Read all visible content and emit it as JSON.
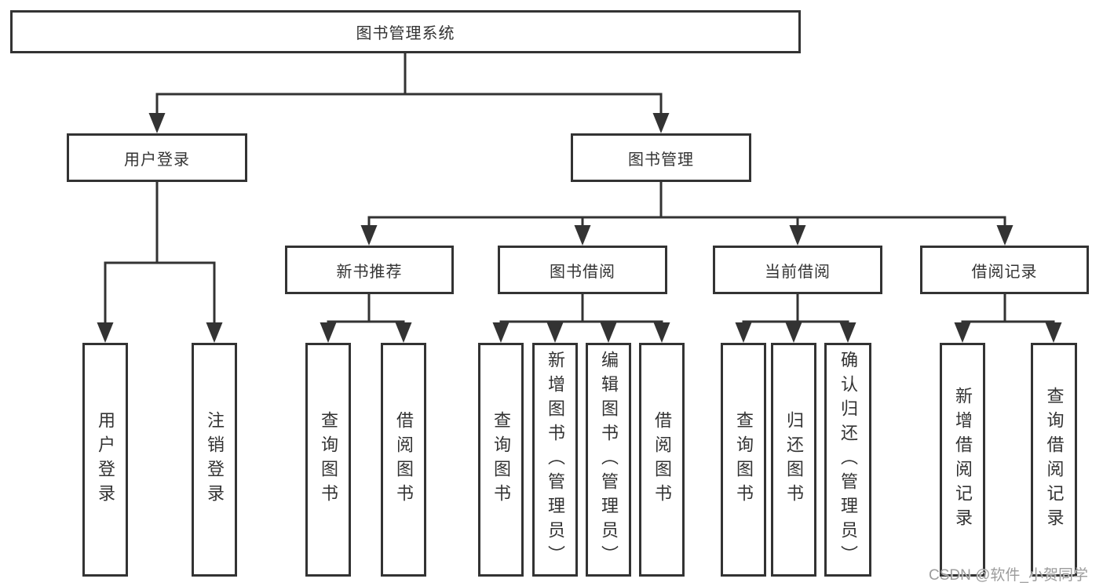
{
  "title_box": {
    "label": "图书管理系统"
  },
  "branches": [
    {
      "label": "用户登录",
      "leaves": [
        "用户登录",
        "注销登录"
      ]
    },
    {
      "label": "图书管理",
      "groups": [
        {
          "label": "新书推荐",
          "leaves": [
            "查询图书",
            "借阅图书"
          ]
        },
        {
          "label": "图书借阅",
          "leaves": [
            "查询图书",
            "新增图书（管理员）",
            "编辑图书（管理员）",
            "借阅图书"
          ]
        },
        {
          "label": "当前借阅",
          "leaves": [
            "查询图书",
            "归还图书",
            "确认归还（管理员）"
          ]
        },
        {
          "label": "借阅记录",
          "leaves": [
            "新增借阅记录",
            "查询借阅记录"
          ]
        }
      ]
    }
  ],
  "watermark": {
    "text": "CSDN @软件_小贺同学"
  },
  "colors": {
    "line": "#333333",
    "text": "#333333",
    "watermark": "#9c9c9c",
    "background": "#ffffff"
  }
}
